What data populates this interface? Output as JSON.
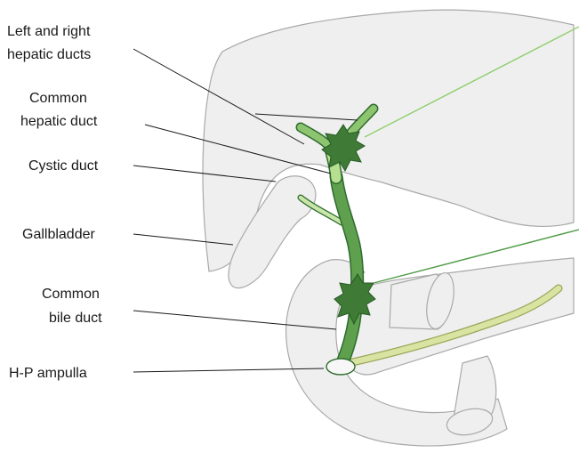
{
  "labels": {
    "hepatic_ducts_line1": "Left and right",
    "hepatic_ducts_line2": "hepatic ducts",
    "common_hepatic_line1": "Common",
    "common_hepatic_line2": "hepatic duct",
    "cystic_duct": "Cystic duct",
    "gallbladder": "Gallbladder",
    "common_bile_line1": "Common",
    "common_bile_line2": "bile duct",
    "hp_ampulla": "H-P ampulla"
  },
  "colors": {
    "organ_fill": "#efefef",
    "organ_stroke": "#a9a9a9",
    "duct_dark": "#2e6b2e",
    "duct_mid": "#5fa04e",
    "duct_light": "#b6df8f",
    "pancreatic_duct": "#d9e4a3",
    "stone_fill": "#3f7a36",
    "pointer_light": "#8fcf6e",
    "pointer_dark": "#4f9a45"
  }
}
